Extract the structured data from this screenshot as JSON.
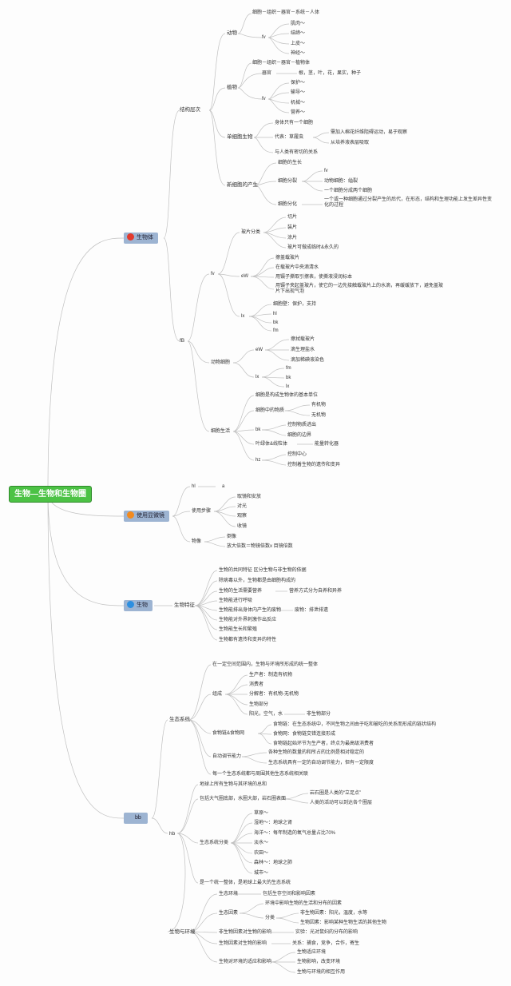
{
  "root": "生物—生物和生物圈",
  "b1": {
    "label": "生物体",
    "icon": "red-circle-icon",
    "jg": "结构层次",
    "dw": "动物",
    "dw1": "细胞－组织－器官－系统－人体",
    "fv": "fv",
    "dw_t": [
      "肌肉～",
      "结缔～",
      "上皮～",
      "神经～"
    ],
    "zw": "植物",
    "zw1": "细胞－组织－器官－植物体",
    "qg": "器官",
    "qg1": "根，茎，叶，花，果实，种子",
    "zw_t": [
      "保护～",
      "输导～",
      "机械～",
      "营养～"
    ],
    "dx": "单细胞生物",
    "dx1": "身体只有一个细胞",
    "dx2": "代表：草履虫",
    "dx2a": "需加入棉花纤维阻碍运动，易于观察",
    "dx2b": "从培养液表层吸取",
    "dx3": "与人类有密切的关系",
    "xb": "新细胞的产生",
    "xb1": "细胞的生长",
    "xb2": "细胞分裂",
    "xb2a": "fv",
    "xb2b": "动物细胞：缢裂",
    "xb2c": "一个细胞分成两个细胞",
    "xb3": "细胞分化",
    "xb3a": "一个或一种细胞通过分裂产生的后代，在形态，结构和生理功能上发生差异性变化的过程",
    "fB": "fB",
    "fv2": "fv",
    "zp": "玻片分类",
    "zp_t": [
      "切片",
      "装片",
      "涂片",
      "玻片可做成临时&永久的"
    ],
    "eW": "eW",
    "eW_t": [
      "擦盖载玻片",
      "在载玻片中央滴清水",
      "用镊子撕取引擦表，使撕液浸润标本",
      "用镊子夹起盖玻片，使它的一边先接触载玻片上的水滴，再缓缓放下，避免盖玻片下出现气泡"
    ],
    "lx": "lx",
    "lx_t": [
      "细胞壁：保护，支持",
      "hl",
      "bk",
      "fm"
    ],
    "dwxb": "动物细胞",
    "eW2": "eW",
    "eW2_t": [
      "擦拭载玻片",
      "滴生理盐水",
      "滴加稀碘液染色"
    ],
    "lx2": "lx",
    "lx2_t": [
      "fm",
      "bk",
      "lx"
    ],
    "xbsh": "细胞生活",
    "xbsh1": "细胞是构成生物体的基本单位",
    "xbwz": "细胞中的物质",
    "xbwz_t": [
      "有机物",
      "无机物"
    ],
    "bk": "bk",
    "bk_t": [
      "控制物质进出",
      "细胞的边界"
    ],
    "ylt": "叶绿体&线粒体",
    "ylt1": "能量转化器",
    "hz": "hz",
    "hz_t": [
      "控制中心",
      "控制着生物的遗传和变异"
    ]
  },
  "b2": {
    "label": "使用显微镜",
    "icon": "orange-circle-icon",
    "hl": "hl",
    "a": "a",
    "syb": "使用步骤",
    "syb_t": [
      "取镜和安放",
      "对光",
      "观察",
      "收镜"
    ],
    "wx": "物像",
    "wx_t": [
      "倒像",
      "放大倍数＝物镜倍数x 目镜倍数"
    ]
  },
  "b3": {
    "label": "生物",
    "icon": "blue-circle-icon",
    "tz": "生物特征",
    "t": [
      "生物的共同特征 区分生物与非生物的依据",
      "除病毒以外，生物都是由细胞构成的",
      "生物的生活需要营养",
      "生物能进行呼吸",
      "生物能排出身体内产生的废物",
      "生物能对外界刺激作出反应",
      "生物能生长和繁殖",
      "生物都有遗传和变异的特性"
    ],
    "t3b": "营养方式分为自养和异养",
    "t5b": "废物：排泄排遗"
  },
  "b4": {
    "label": "bb",
    "stx": "生态系统",
    "s1": "在一定空间范围内，生物与环境所形成的统一整体",
    "zc": "组成",
    "zc_t": [
      "生产者：制造有机物",
      "消费者",
      "分解者：有机物-无机物",
      "生物部分",
      "阳光，空气，水"
    ],
    "zc5b": "非生物部分",
    "sw": "食物链&食物网",
    "sw_t": [
      "食物链：在生态系统中，不同生物之间由于吃和被吃的关系而形成的链状结构",
      "食物网：食物链交错连接形成",
      "食物链起始环节为生产者，终点为最高级消费者"
    ],
    "zd": "自动调节能力",
    "zd_t": [
      "各种生物的数量的和所占的比例是相对稳定的",
      "生态系统具有一定的自动调节能力，但有一定限度"
    ],
    "s4": "每一个生态系统都与周围其他生态系统相关联",
    "hb": "hb",
    "h1": "地球上所有生物与其环境的总和",
    "h2": "包括大气圈底部，水圈大部，岩石圈表面",
    "h2a": "岩石圈是人类的“立足点”",
    "h2b": "人类的活动可以到达各个圈层",
    "fl": "生态系统分类",
    "fl_t": [
      "草原～",
      "湿地～：地球之肾",
      "海洋～：每年制造的氧气总量占比70%",
      "淡水～",
      "农田～",
      "森林～：地球之肺",
      "城市～"
    ],
    "h4": "是一个统一整体，是地球上最大的生态系统",
    "hj": "生物与环境",
    "sthj": "生态环境",
    "sthj1": "包括生存空间和影响因素",
    "styz": "生态因素",
    "styz1": "环境中影响生物的生活和分布的因素",
    "fenlei": "分类",
    "fenlei_t": [
      "非生物因素：阳光，温度，水等",
      "生物因素：影响某种生物生活的其他生物"
    ],
    "fsw": "非生物因素对生物的影响",
    "fsw1": "实验：光对鼠妇的分布的影响",
    "swys": "生物因素对生物的影响",
    "swys1": "关系：捕食，竞争，合作，寄生",
    "swdhj": "生物对环境的适应和影响",
    "swdhj_t": [
      "生物适应环境",
      "生物影响，改变环境",
      "生物与环境的相互作用"
    ]
  }
}
